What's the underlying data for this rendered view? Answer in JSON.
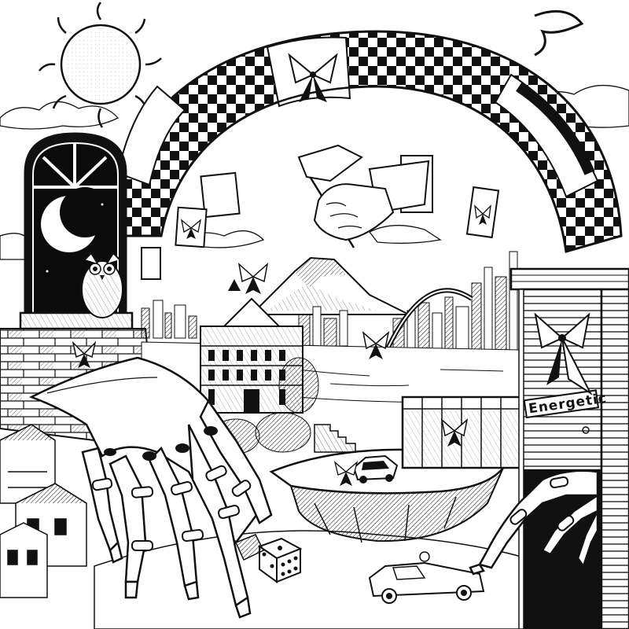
{
  "artwork": {
    "sign_text": "Energetic",
    "palette": {
      "ink": "#111111",
      "paper": "#ffffff",
      "shade": "#8a8a8a",
      "light_shade": "#cfcfcf"
    }
  },
  "scene_elements": [
    "sun-icon",
    "checkered-arch",
    "night-window",
    "crescent-moon-icon",
    "owl-icon",
    "floating-hand-with-flag",
    "mountain-peak",
    "city-skyline",
    "mansion",
    "floating-island",
    "toy-car-on-island",
    "robotic-hand-left",
    "robotic-hand-right",
    "die-icon",
    "toy-car-bottom",
    "shop-shutter",
    "bow-ribbon-icon",
    "village-houses"
  ]
}
